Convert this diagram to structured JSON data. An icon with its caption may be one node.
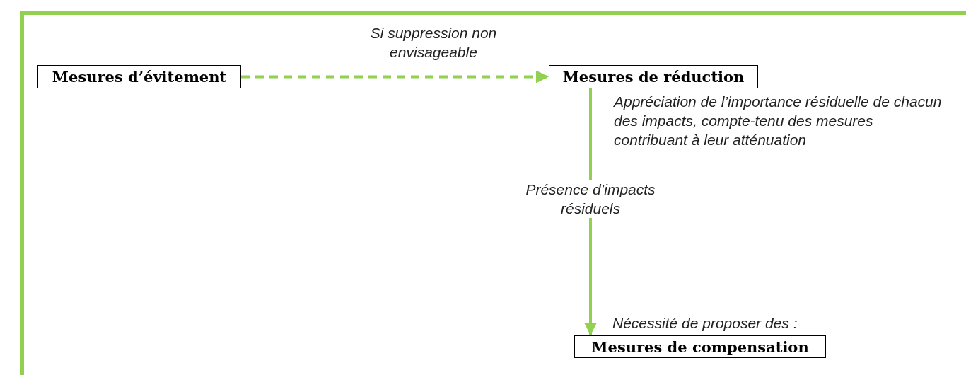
{
  "diagram": {
    "nodes": [
      {
        "text": [
          "Mesures d’évitement"
        ]
      },
      {
        "text": [
          "Mesures de réduction"
        ],
        "beside": [
          "Appréciation de l’importance résiduelle de chacun des impacts, compte-tenu des mesures contribuant à leur atténuation"
        ]
      },
      {
        "text": [
          "Mesures de compensation"
        ],
        "beside": [
          "Nécessité de proposer des  :"
        ]
      }
    ],
    "edges": [
      {
        "from": 0,
        "to": 1,
        "arrow": "to",
        "label": "Si suppression non envisageable",
        "style": "dashed"
      },
      {
        "from": 1,
        "to": 2,
        "arrow": "to",
        "label": "Présence d’impacts résiduels"
      }
    ]
  }
}
